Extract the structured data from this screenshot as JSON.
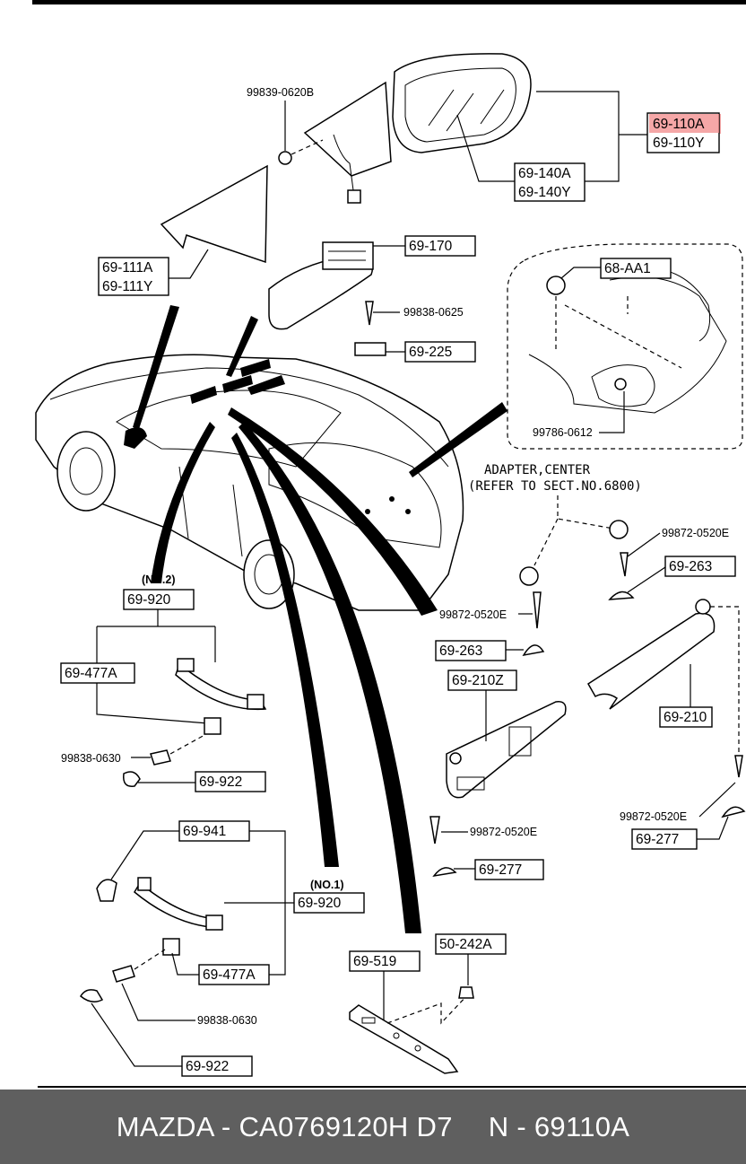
{
  "labels": {
    "screw_mirror": "99839-0620B",
    "mirror_a": "69-110A",
    "mirror_y": "69-110Y",
    "glass_a": "69-140A",
    "glass_y": "69-140Y",
    "cover_a": "69-111A",
    "cover_y": "69-111Y",
    "rearview": "69-170",
    "screw_rearview": "99838-0625",
    "base_225": "69-225",
    "clip_aa1": "68-AA1",
    "screw_0612": "99786-0612",
    "adapter_line1": "ADAPTER,CENTER",
    "adapter_line2": "(REFER TO SECT.NO.6800)",
    "screw_0520e_a": "99872-0520E",
    "cap_263_a": "69-263",
    "screw_0520e_b": "99872-0520E",
    "cap_263_b": "69-263",
    "visor_210z": "69-210Z",
    "visor_210": "69-210",
    "screw_0520e_c": "99872-0520E",
    "holder_277_a": "69-277",
    "screw_0520e_d": "99872-0520E",
    "holder_277_b": "69-277",
    "no2": "(NO.2)",
    "grip_920_a": "69-920",
    "bracket_477a_a": "69-477A",
    "screw_0630_a": "99838-0630",
    "cap_922_a": "69-922",
    "cover_941": "69-941",
    "no1": "(NO.1)",
    "grip_920_b": "69-920",
    "bracket_477a_b": "69-477A",
    "screw_0630_b": "99838-0630",
    "cap_922_b": "69-922",
    "hook_519": "69-519",
    "nut_242a": "50-242A"
  },
  "highlight_color": "#f28a8a",
  "footer": {
    "left": "MAZDA - CA0769120H D7",
    "right": "N - 69110A"
  }
}
